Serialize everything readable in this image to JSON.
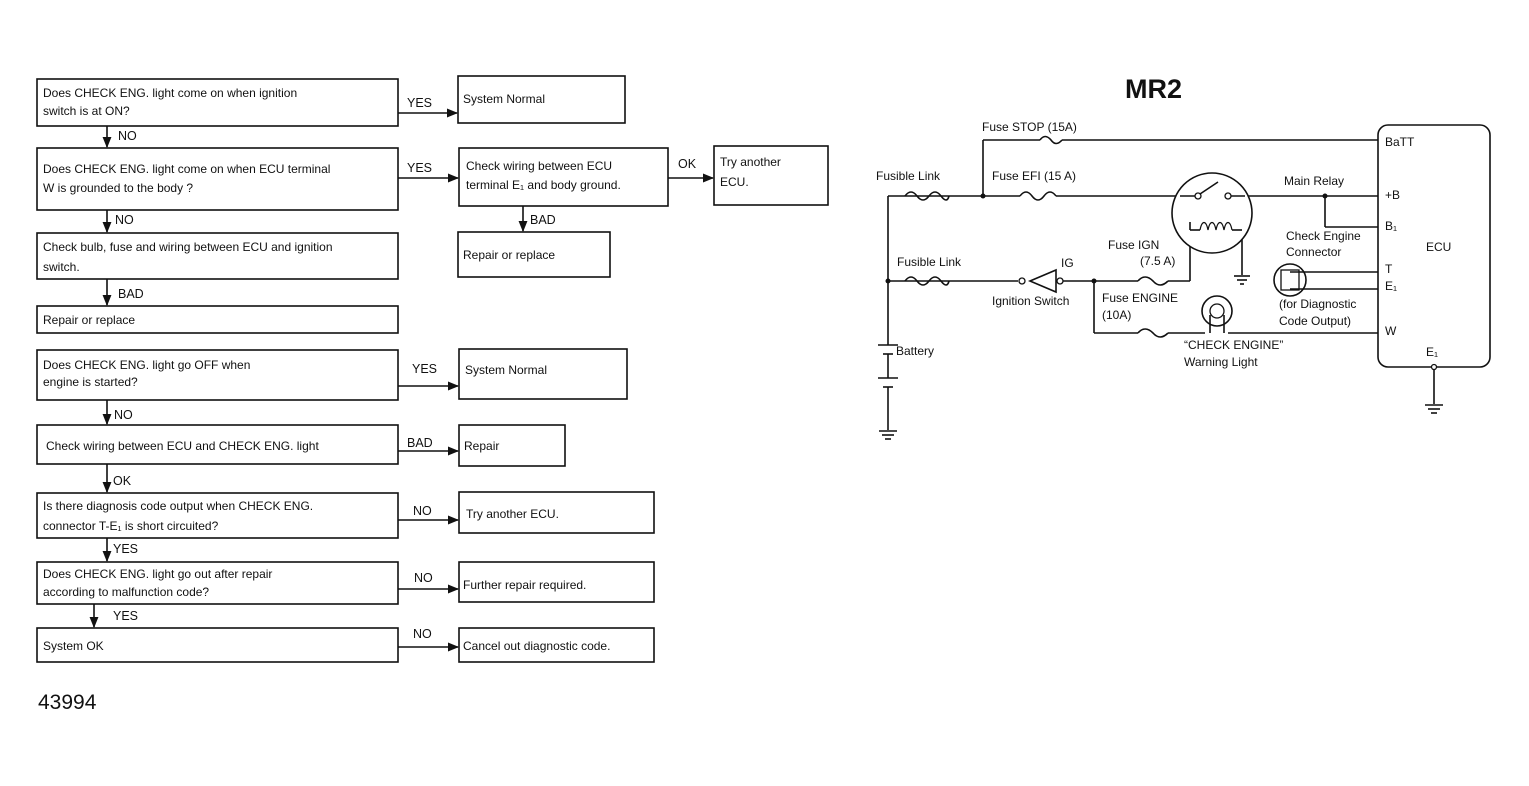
{
  "flowchart": {
    "q1": {
      "lines": [
        "Does CHECK ENG. light come on when ignition",
        "switch is at ON?"
      ]
    },
    "r1": {
      "lines": [
        "System Normal"
      ]
    },
    "q2": {
      "lines": [
        "Does CHECK ENG. light come on when ECU terminal",
        "W is grounded to the body ?"
      ]
    },
    "c2": {
      "lines": [
        "Check wiring between ECU",
        "terminal E₁ and body ground."
      ]
    },
    "r2": {
      "lines": [
        "Try another",
        "ECU."
      ]
    },
    "r2b": {
      "lines": [
        "Repair or replace"
      ]
    },
    "c3": {
      "lines": [
        "Check bulb, fuse and wiring between ECU and ignition",
        "switch."
      ]
    },
    "r3": {
      "lines": [
        "Repair or replace"
      ]
    },
    "q4": {
      "lines": [
        "Does CHECK ENG. light go OFF when",
        "engine is started?"
      ]
    },
    "r4": {
      "lines": [
        "System Normal"
      ]
    },
    "c5": {
      "lines": [
        "Check wiring between ECU and CHECK ENG. light"
      ]
    },
    "r5": {
      "lines": [
        "Repair"
      ]
    },
    "q6": {
      "lines": [
        "Is there diagnosis code output when CHECK ENG.",
        "connector T-E₁ is short circuited?"
      ]
    },
    "r6": {
      "lines": [
        "Try another ECU."
      ]
    },
    "q7": {
      "lines": [
        "Does CHECK ENG. light go out after repair",
        "according to malfunction code?"
      ]
    },
    "r7": {
      "lines": [
        "Further repair required."
      ]
    },
    "q8": {
      "lines": [
        "System OK"
      ]
    },
    "r8": {
      "lines": [
        "Cancel out diagnostic code."
      ]
    },
    "connectors": {
      "yes_1": "YES",
      "no_1": "NO",
      "yes_2": "YES",
      "ok_2": "OK",
      "no_2": "NO",
      "bad_2": "BAD",
      "bad_3": "BAD",
      "yes_4": "YES",
      "no_4": "NO",
      "bad_5": "BAD",
      "ok_5": "OK",
      "no_6": "NO",
      "yes_6": "YES",
      "no_7": "NO",
      "yes_7": "YES",
      "no_8": "NO"
    }
  },
  "figure_number": "43994",
  "wiring": {
    "title": "MR2",
    "fuse_stop": "Fuse STOP (15A)",
    "batt": "BaTT",
    "fusible_link_1": "Fusible Link",
    "fuse_efi": "Fuse EFI (15 A)",
    "main_relay": "Main Relay",
    "plus_b": "+B",
    "b1": "B₁",
    "ecu": "ECU",
    "check_engine_connector": [
      "Check Engine",
      "Connector"
    ],
    "t": "T",
    "e1_connector": "E₁",
    "fuse_ign": [
      "Fuse IGN",
      "(7.5 A)"
    ],
    "fusible_link_2": "Fusible Link",
    "ig": "IG",
    "ignition_switch": "Ignition Switch",
    "fuse_engine": [
      "Fuse ENGINE",
      "(10A)"
    ],
    "diagnostic_output": [
      "(for Diagnostic",
      "Code Output)"
    ],
    "w": "W",
    "battery": "Battery",
    "warning_light": [
      "“CHECK ENGINE”",
      "Warning Light"
    ],
    "e1_ground": "E₁"
  }
}
